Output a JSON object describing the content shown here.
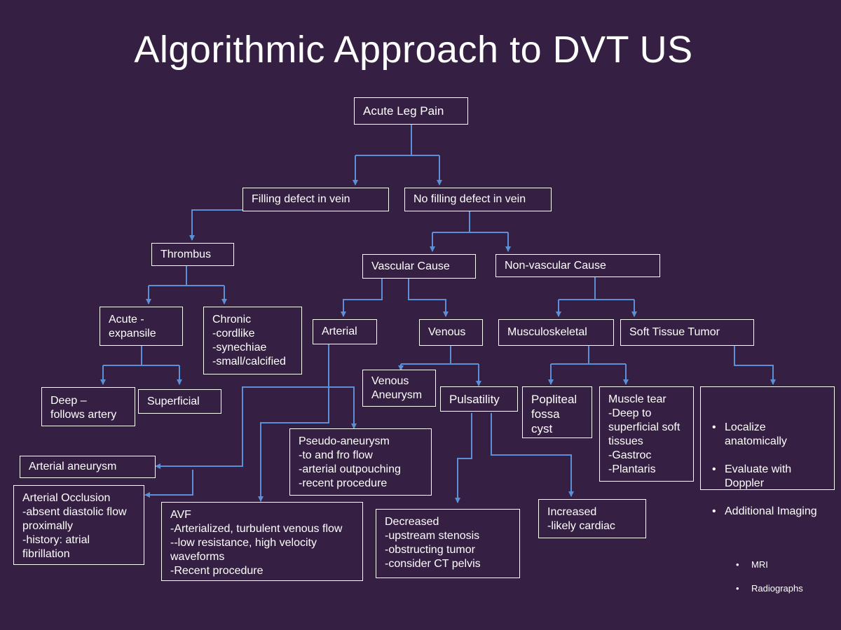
{
  "title": "Algorithmic Approach to DVT US",
  "nodes": {
    "acute_leg_pain": "Acute Leg Pain",
    "filling_defect": "Filling defect in vein",
    "no_filling_defect": "No filling defect in vein",
    "thrombus": "Thrombus",
    "vascular_cause": "Vascular Cause",
    "nonvascular_cause": "Non-vascular Cause",
    "acute_expansile": "Acute -\nexpansile",
    "chronic": "Chronic\n-cordlike\n-synechiae\n-small/calcified",
    "arterial": "Arterial",
    "venous": "Venous",
    "musculoskeletal": "Musculoskeletal",
    "soft_tissue_tumor": "Soft Tissue Tumor",
    "deep": "Deep –\nfollows artery",
    "superficial": "Superficial",
    "venous_aneurysm": "Venous\nAneurysm",
    "pulsatility": "Pulsatility",
    "popliteal_cyst": "Popliteal\nfossa\ncyst",
    "muscle_tear": "Muscle tear\n-Deep to\nsuperficial soft\ntissues\n-Gastroc\n-Plantaris",
    "pseudoaneurysm": "Pseudo-aneurysm\n-to and fro flow\n-arterial outpouching\n-recent procedure",
    "arterial_aneurysm": "Arterial aneurysm",
    "arterial_occlusion": "Arterial Occlusion\n-absent diastolic flow\nproximally\n-history: atrial\nfibrillation",
    "avf": "AVF\n-Arterialized, turbulent venous flow\n--low resistance, high velocity\nwaveforms\n-Recent procedure",
    "decreased": "Decreased\n-upstream stenosis\n-obstructing tumor\n-consider CT pelvis",
    "increased": "Increased\n-likely cardiac"
  },
  "tumor_steps": {
    "items": [
      "Localize anatomically",
      "Evaluate with Doppler",
      "Additional Imaging"
    ],
    "sub_items": [
      "MRI",
      "Radiographs"
    ]
  },
  "colors": {
    "background": "#351f42",
    "connector": "#5b8fd6",
    "box_border": "#ffffff"
  }
}
